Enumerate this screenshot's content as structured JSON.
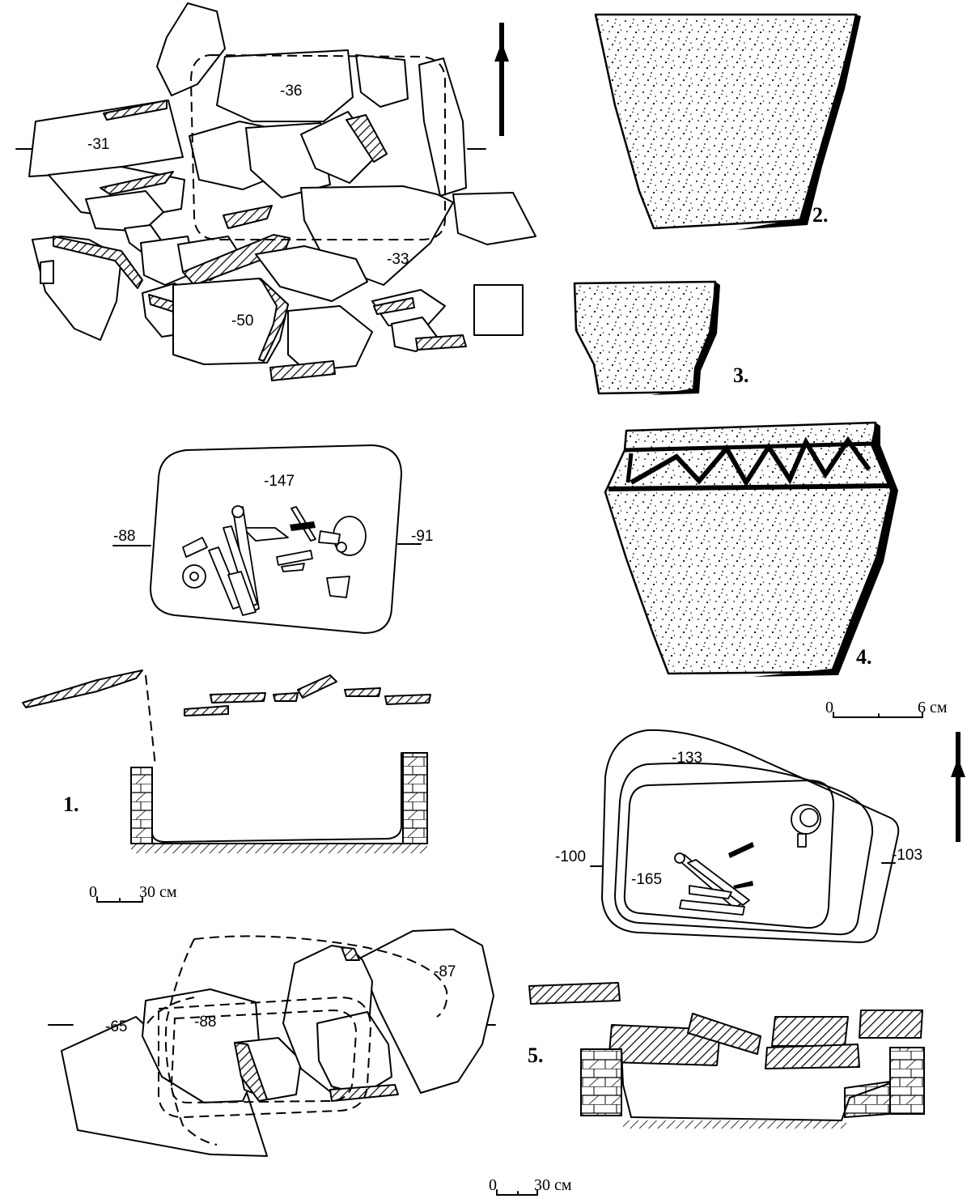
{
  "figures": {
    "fig1": {
      "number": "1.",
      "depths": [
        "-31",
        "-36",
        "-33",
        "-50",
        "-147",
        "-88",
        "-91"
      ],
      "scale": {
        "zero": "0",
        "end": "30 см"
      }
    },
    "fig2": {
      "number": "2."
    },
    "fig3": {
      "number": "3."
    },
    "fig4": {
      "number": "4.",
      "scale": {
        "zero": "0",
        "end": "6 см"
      }
    },
    "fig5": {
      "number": "5.",
      "depths": [
        "-133",
        "-100",
        "-165",
        "-103",
        "-87",
        "-65",
        "-88"
      ],
      "scale": {
        "zero": "0",
        "end": "30 см"
      }
    }
  },
  "icons": {
    "north_arrow": "north-arrow-icon"
  },
  "colors": {
    "ink": "#000000",
    "paper": "#ffffff"
  }
}
